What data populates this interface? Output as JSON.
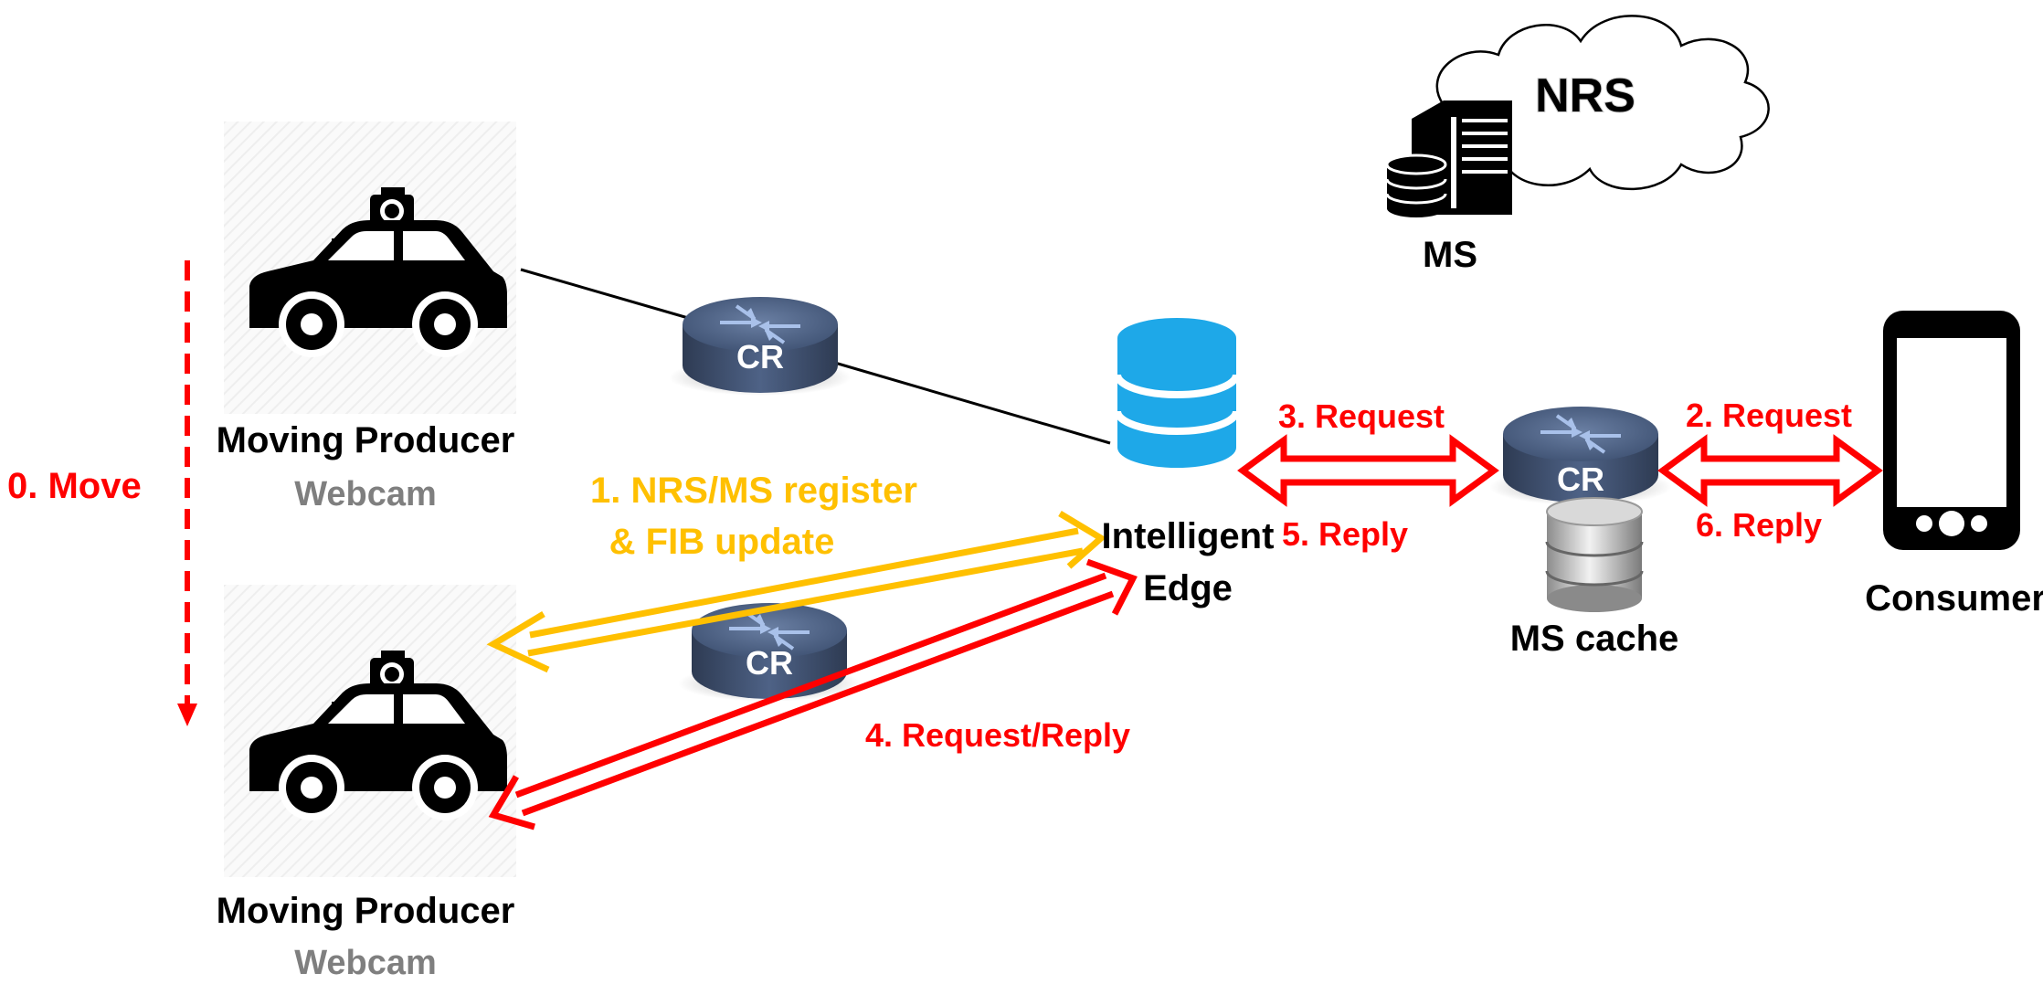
{
  "labels": {
    "move": "0. Move",
    "producer_top_title": "Moving Producer",
    "producer_top_sub": "Webcam",
    "producer_bottom_title": "Moving Producer",
    "producer_bottom_sub": "Webcam",
    "step1_line1": "1. NRS/MS register",
    "step1_line2": "& FIB update",
    "edge_line1": "Intelligent",
    "edge_line2": "Edge",
    "step3": "3. Request",
    "step5": "5. Reply",
    "step2": "2. Request",
    "step6": "6. Reply",
    "step4": "4. Request/Reply",
    "router_label": "CR",
    "nrs": "NRS",
    "ms": "MS",
    "ms_cache": "MS cache",
    "consumer": "Consumer"
  },
  "icons": {
    "car": "car-with-camera-icon",
    "router": "router-icon",
    "database": "database-icon",
    "server": "server-icon",
    "cloud": "cloud-icon",
    "phone": "smartphone-icon"
  },
  "colors": {
    "red": "#ff0000",
    "orange": "#ffc000",
    "gray_text": "#7f7f7f",
    "router_blue": "#44546a",
    "db_blue": "#1ea8e8"
  }
}
